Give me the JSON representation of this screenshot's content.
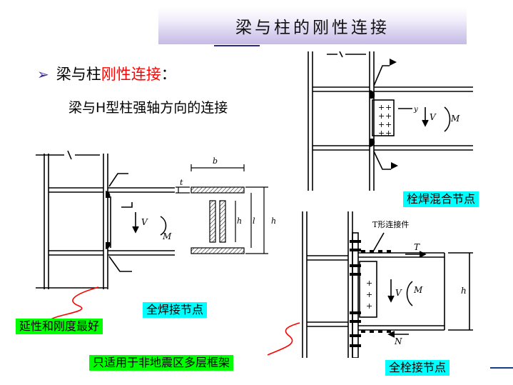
{
  "title": "梁与柱的刚性连接",
  "bullet": {
    "prefix": "梁与柱",
    "highlight": "刚性连接",
    "suffix": "："
  },
  "subtitle": "梁与H型柱强轴方向的连接",
  "labels": {
    "bolt_weld": "栓焊混合节点",
    "full_weld": "全焊接节点",
    "full_bolt": "全栓接节点",
    "ductility": "延性和刚度最好",
    "seismic": "只适用于非地震区多层框架"
  },
  "drawing": {
    "t_connector": "T形连接件",
    "sym_V": "V",
    "sym_M": "M",
    "sym_T": "T",
    "sym_N": "N",
    "sym_h": "h",
    "sym_y": "y",
    "sym_bf": "b",
    "sym_tf": "t",
    "sym_hw": "h",
    "sym_lw": "l"
  }
}
